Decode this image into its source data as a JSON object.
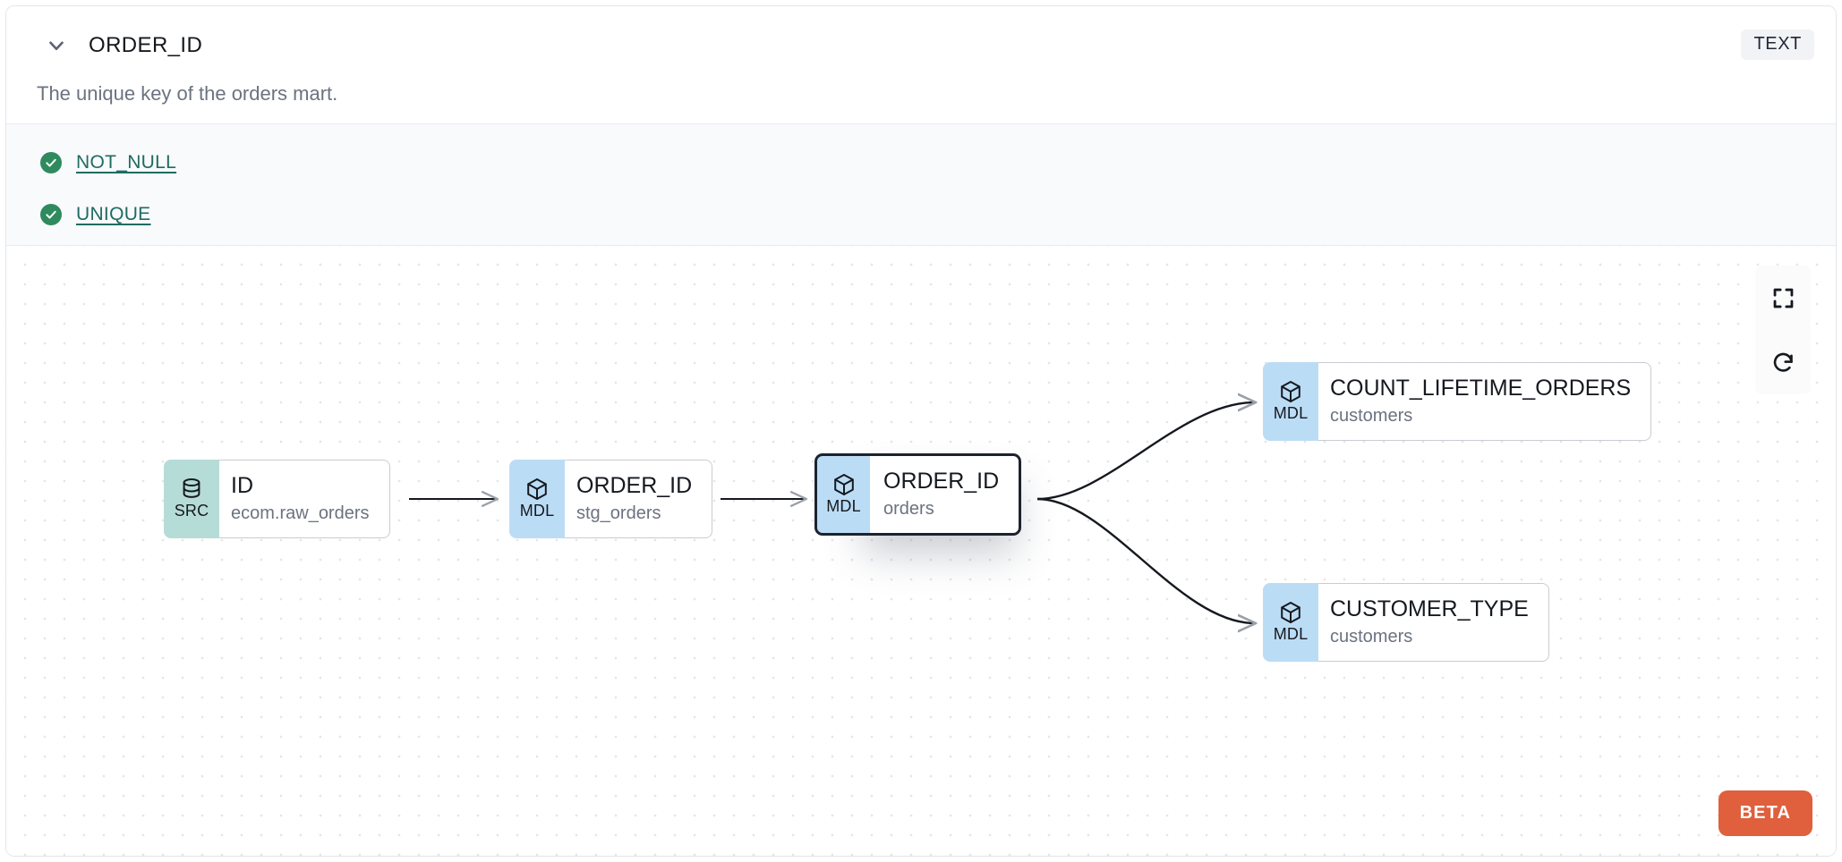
{
  "header": {
    "collapse_icon": "chevron-down-icon",
    "title": "ORDER_ID",
    "type_badge": "TEXT",
    "description": "The unique key of the orders mart."
  },
  "tests": {
    "items": [
      {
        "status_icon": "check-circle-icon",
        "label": "NOT_NULL"
      },
      {
        "status_icon": "check-circle-icon",
        "label": "UNIQUE"
      }
    ]
  },
  "lineage": {
    "controls": [
      {
        "icon": "fullscreen-icon",
        "name": "fullscreen-button"
      },
      {
        "icon": "refresh-icon",
        "name": "refresh-button"
      }
    ],
    "beta_label": "BETA",
    "nodes": [
      {
        "id": "src-id",
        "badge": "SRC",
        "badge_icon": "database-icon",
        "name": "ID",
        "sub": "ecom.raw_orders",
        "selected": false
      },
      {
        "id": "stg-order-id",
        "badge": "MDL",
        "badge_icon": "cube-icon",
        "name": "ORDER_ID",
        "sub": "stg_orders",
        "selected": false
      },
      {
        "id": "orders-order-id",
        "badge": "MDL",
        "badge_icon": "cube-icon",
        "name": "ORDER_ID",
        "sub": "orders",
        "selected": true
      },
      {
        "id": "count-lifetime-orders",
        "badge": "MDL",
        "badge_icon": "cube-icon",
        "name": "COUNT_LIFETIME_ORDERS",
        "sub": "customers",
        "selected": false
      },
      {
        "id": "customer-type",
        "badge": "MDL",
        "badge_icon": "cube-icon",
        "name": "CUSTOMER_TYPE",
        "sub": "customers",
        "selected": false
      }
    ]
  },
  "colors": {
    "src_badge": "#b6dcd8",
    "mdl_badge": "#bbdcf5",
    "test_pass": "#2f8a5e",
    "link": "#1f6b62",
    "beta": "#e05f3c",
    "selected_border": "#1c2230"
  }
}
